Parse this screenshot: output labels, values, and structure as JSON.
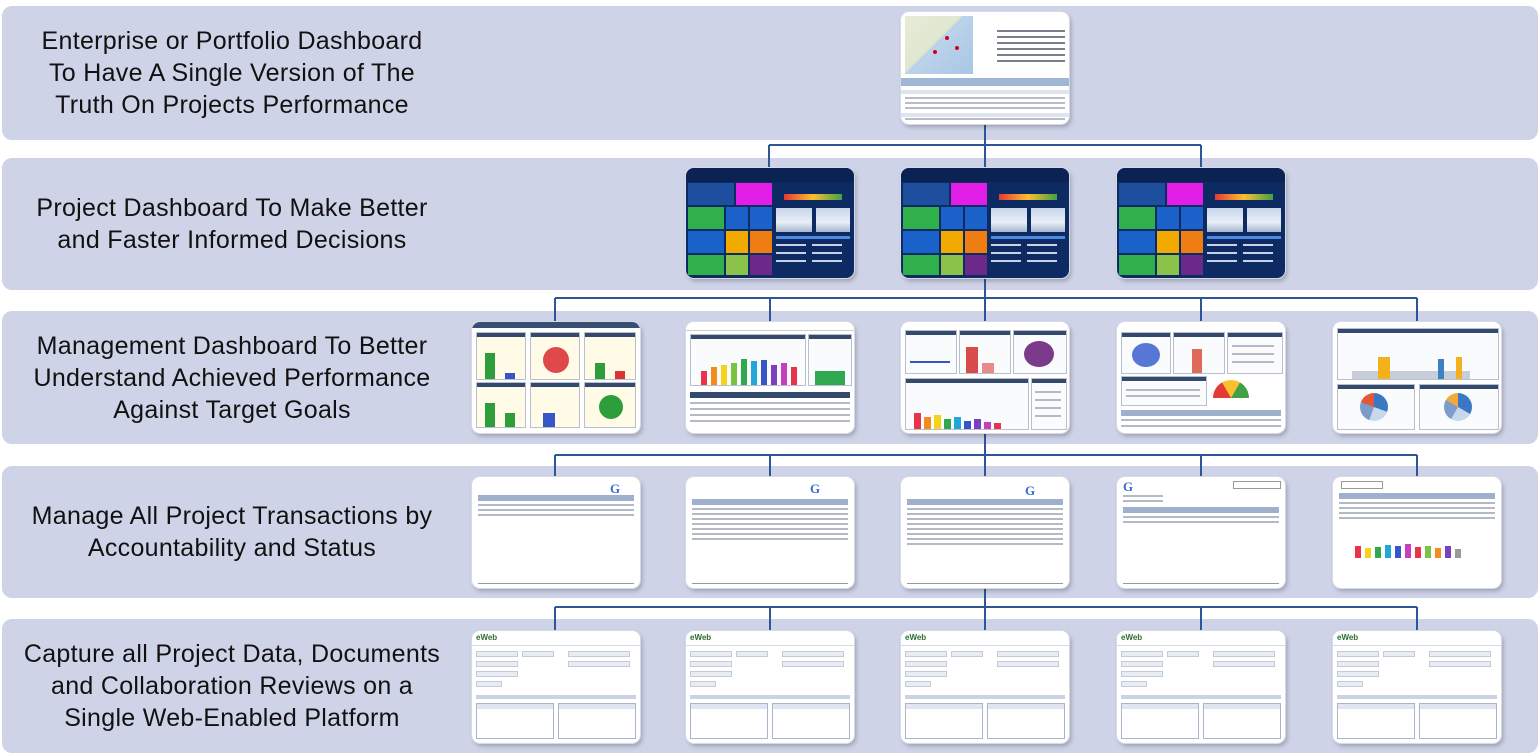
{
  "diagram": {
    "levels": [
      {
        "id": "enterprise",
        "label": "Enterprise or Portfolio Dashboard\nTo Have A Single Version of The\nTruth On Projects Performance"
      },
      {
        "id": "project",
        "label": "Project Dashboard To Make Better\nand Faster Informed Decisions"
      },
      {
        "id": "management",
        "label": "Management Dashboard To Better\nUnderstand Achieved Performance\nAgainst Target Goals"
      },
      {
        "id": "transactions",
        "label": "Manage All Project Transactions by\nAccountability and Status"
      },
      {
        "id": "capture",
        "label": "Capture all Project Data, Documents\nand Collaboration Reviews on a\nSingle Web-Enabled Platform"
      }
    ],
    "thumbnail_counts": [
      1,
      3,
      5,
      5,
      5
    ],
    "colors": {
      "band": "#cfd3e8",
      "connector": "#2e5596",
      "project_dashboard_bg": "#0d2a63",
      "report_header": "#384f74"
    },
    "icons": [
      "enterprise-dashboard-screenshot",
      "project-dashboard-screenshot",
      "management-report-screenshot",
      "transaction-report-screenshot",
      "web-form-screenshot"
    ]
  }
}
